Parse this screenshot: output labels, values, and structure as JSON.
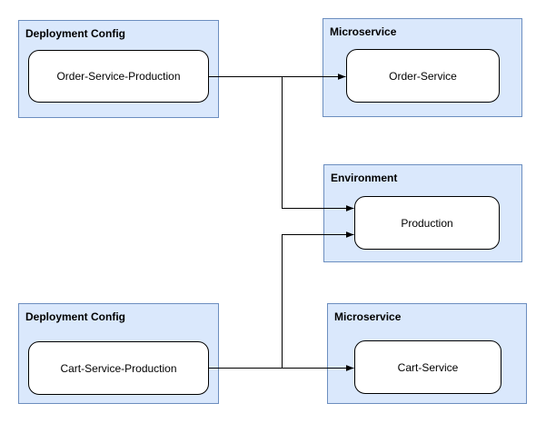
{
  "diagram": {
    "background_color": "#ffffff",
    "colors": {
      "container_fill": "#dae8fc",
      "container_border": "#6c8ebf",
      "node_fill": "#ffffff",
      "node_border": "#000000",
      "edge_color": "#000000",
      "text_color": "#000000"
    },
    "groups": [
      {
        "label": "Deployment Config",
        "node": {
          "label": "Order-Service-Production"
        }
      },
      {
        "label": "Microservice",
        "node": {
          "label": "Order-Service"
        }
      },
      {
        "label": "Environment",
        "node": {
          "label": "Production"
        }
      },
      {
        "label": "Deployment Config",
        "node": {
          "label": "Cart-Service-Production"
        }
      },
      {
        "label": "Microservice",
        "node": {
          "label": "Cart-Service"
        }
      }
    ],
    "edges": [
      {
        "from": "Order-Service-Production",
        "to": "Order-Service"
      },
      {
        "from": "Order-Service-Production",
        "to": "Production"
      },
      {
        "from": "Cart-Service-Production",
        "to": "Cart-Service"
      },
      {
        "from": "Cart-Service-Production",
        "to": "Production"
      }
    ]
  }
}
